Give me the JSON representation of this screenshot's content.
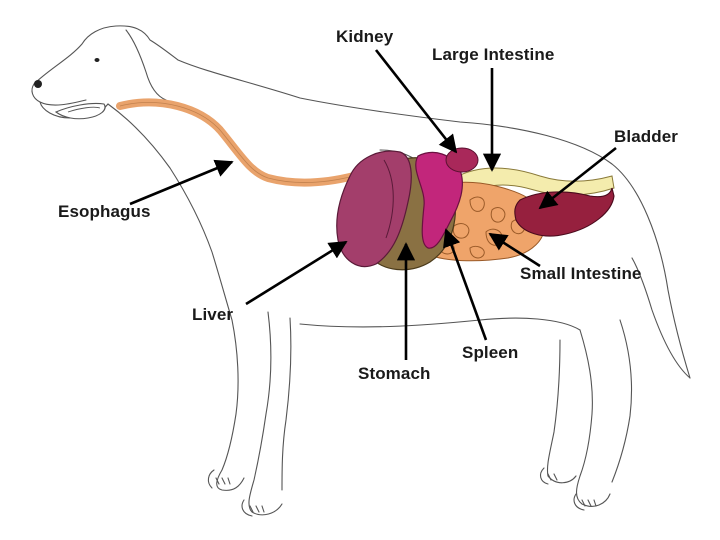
{
  "labels": {
    "kidney": "Kidney",
    "large_intestine": "Large Intestine",
    "bladder": "Bladder",
    "esophagus": "Esophagus",
    "small_intestine": "Small Intestine",
    "liver": "Liver",
    "spleen": "Spleen",
    "stomach": "Stomach"
  },
  "colors": {
    "esophagus": "#e9a36c",
    "liver": "#a33e6b",
    "stomach": "#8a7143",
    "spleen": "#c2267b",
    "kidney": "#a9285a",
    "large_intestine": "#f4ecad",
    "small_intestine": "#efa46a",
    "bladder": "#96203e",
    "outline": "#555555",
    "arrow": "#000000"
  }
}
